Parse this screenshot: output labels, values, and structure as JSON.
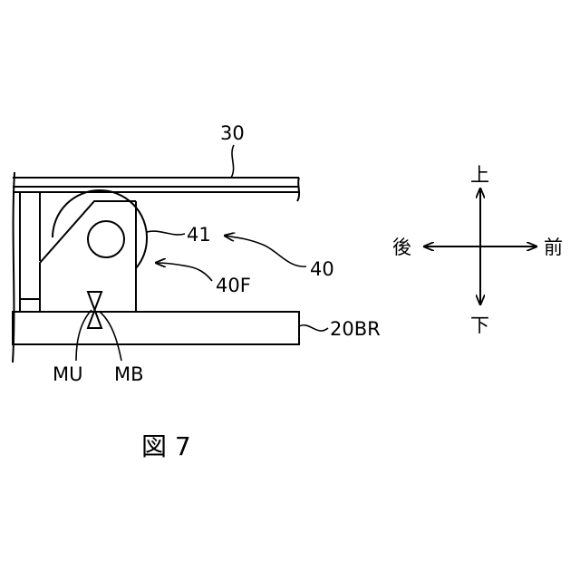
{
  "labels": {
    "ref_30": "30",
    "ref_41": "41",
    "ref_40": "40",
    "ref_40F": "40F",
    "ref_20BR": "20BR",
    "ref_MU": "MU",
    "ref_MB": "MB"
  },
  "directions": {
    "up": "上",
    "down": "下",
    "back": "後",
    "front": "前"
  },
  "caption": "図 7"
}
